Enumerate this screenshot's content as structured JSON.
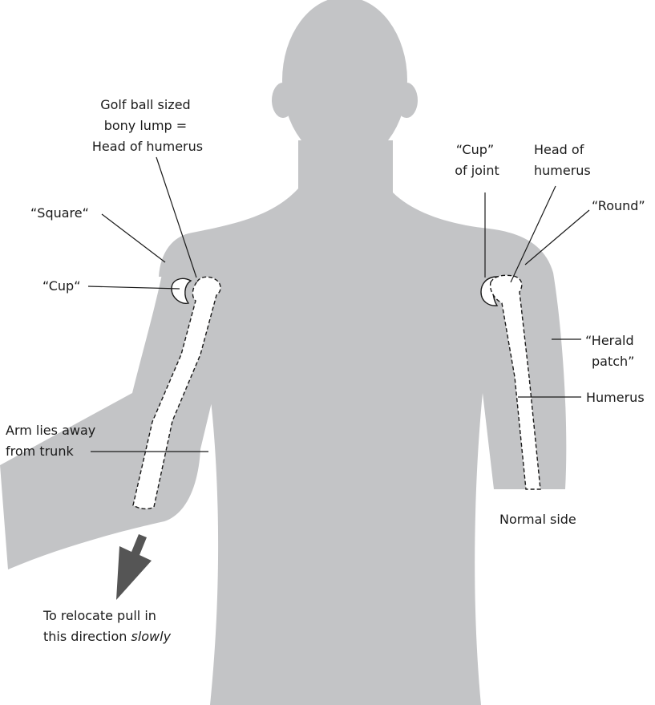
{
  "labels": {
    "golf_ball": [
      "Golf ball sized",
      "bony lump =",
      "Head of humerus"
    ],
    "square": "“Square“",
    "cup_left": "“Cup“",
    "arm_lies_away": [
      "Arm lies away",
      "from trunk"
    ],
    "relocate": [
      "To relocate pull in",
      "this direction "
    ],
    "relocate_emphasis": "slowly",
    "cup_of_joint": [
      "“Cup”",
      "of joint"
    ],
    "head_of_humerus": [
      "Head of",
      "humerus"
    ],
    "round": "“Round”",
    "herald_patch": [
      "“Herald",
      "patch”"
    ],
    "humerus": "Humerus",
    "normal_side": "Normal side"
  },
  "colors": {
    "silhouette": "#c3c4c6",
    "arrow": "#555555",
    "line": "#1a1a1a"
  }
}
